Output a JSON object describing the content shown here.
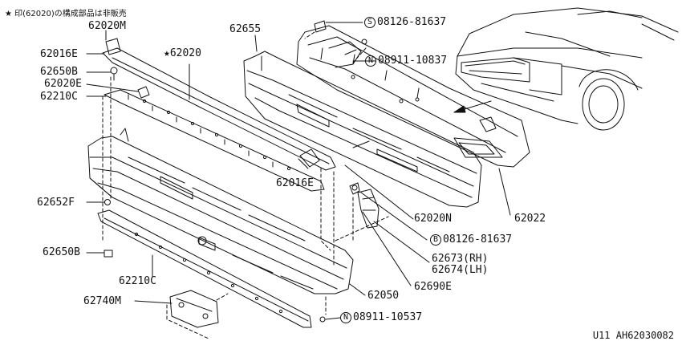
{
  "note": "★ 印(62020)の構成部品は非販売",
  "diagram_code": "U11  AH62030082",
  "labels": {
    "p62020M": "62020M",
    "p62016E_top": "62016E",
    "p62650B_top": "62650B",
    "p62020E": "62020E",
    "p62210C_top": "62210C",
    "p62020_star": "★62020",
    "p62655": "62655",
    "s08126_top_circ": "S",
    "s08126_top": "08126-81637",
    "n08911_top_circ": "N",
    "n08911_top": "08911-10837",
    "p62016E_mid": "62016E",
    "p62652F": "62652F",
    "p62020N": "62020N",
    "p62022": "62022",
    "b08126_circ": "B",
    "b08126": "08126-81637",
    "p62650B_bot": "62650B",
    "p62673": "62673(RH)",
    "p62674": "62674(LH)",
    "p62210C_bot": "62210C",
    "p62050": "62050",
    "p62690E": "62690E",
    "p62740M": "62740M",
    "n08911_bot_circ": "N",
    "n08911_bot": "08911-10537"
  }
}
